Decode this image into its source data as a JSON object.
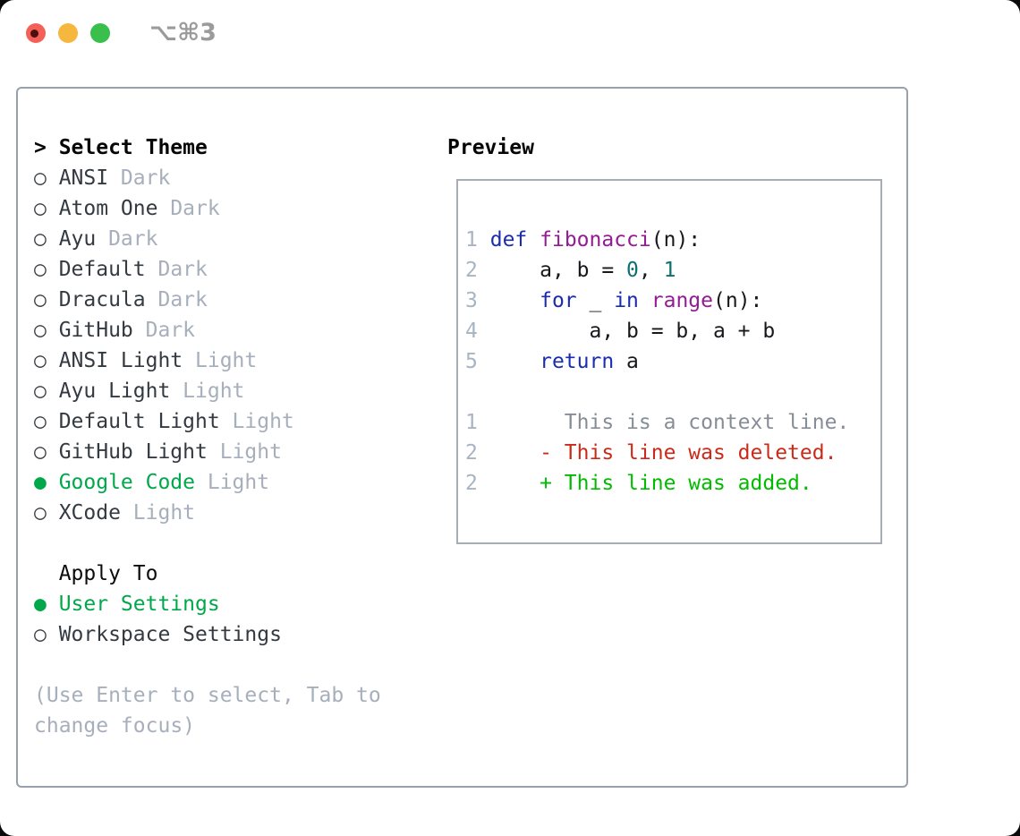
{
  "window": {
    "title": "⌥⌘3"
  },
  "colors": {
    "text_dark": "#343a41",
    "muted": "#a6afbb",
    "sel_green": "#00a84b",
    "diff_add": "#00bb00",
    "diff_del": "#cb2a1a",
    "kw_blue": "#1a2cb0",
    "fn_purple": "#941b94",
    "lit_teal": "#0e7070",
    "ctx_gray": "#878d96",
    "num_gray": "#a9b4c2",
    "border_gray": "#98a0ab",
    "title_gray": "#9b9b9b",
    "tl_red": "#f45f58",
    "tl_yellow": "#f6b73e",
    "tl_green": "#38bf4c",
    "tl_red_dot": "#4c0f0e"
  },
  "theme_panel": {
    "header_marker": ">",
    "header_label": "Select Theme",
    "themes": [
      {
        "marker": "○",
        "name": "ANSI",
        "variant": "Dark",
        "selected": false
      },
      {
        "marker": "○",
        "name": "Atom One",
        "variant": "Dark",
        "selected": false
      },
      {
        "marker": "○",
        "name": "Ayu",
        "variant": "Dark",
        "selected": false
      },
      {
        "marker": "○",
        "name": "Default",
        "variant": "Dark",
        "selected": false
      },
      {
        "marker": "○",
        "name": "Dracula",
        "variant": "Dark",
        "selected": false
      },
      {
        "marker": "○",
        "name": "GitHub",
        "variant": "Dark",
        "selected": false
      },
      {
        "marker": "○",
        "name": "ANSI Light",
        "variant": "Light",
        "selected": false
      },
      {
        "marker": "○",
        "name": "Ayu Light",
        "variant": "Light",
        "selected": false
      },
      {
        "marker": "○",
        "name": "Default Light",
        "variant": "Light",
        "selected": false
      },
      {
        "marker": "○",
        "name": "GitHub Light",
        "variant": "Light",
        "selected": false
      },
      {
        "marker": "●",
        "name": "Google Code",
        "variant": "Light",
        "selected": true
      },
      {
        "marker": "○",
        "name": "XCode",
        "variant": "Light",
        "selected": false
      }
    ],
    "apply_to_label": "Apply To",
    "apply_options": [
      {
        "marker": "●",
        "name": "User Settings",
        "selected": true
      },
      {
        "marker": "○",
        "name": "Workspace Settings",
        "selected": false
      }
    ],
    "help_line1": "(Use Enter to select, Tab to",
    "help_line2": "change focus)"
  },
  "preview": {
    "label": "Preview",
    "lines": [
      {
        "tokens": [
          [
            "num",
            "1"
          ],
          [
            "pln",
            " "
          ],
          [
            "kw",
            "def"
          ],
          [
            "pln",
            " "
          ],
          [
            "fn",
            "fibonacci"
          ],
          [
            "pln",
            "(n):"
          ]
        ]
      },
      {
        "tokens": [
          [
            "num",
            "2"
          ],
          [
            "pln",
            "     a, b = "
          ],
          [
            "lit",
            "0"
          ],
          [
            "pln",
            ", "
          ],
          [
            "lit",
            "1"
          ]
        ]
      },
      {
        "tokens": [
          [
            "num",
            "3"
          ],
          [
            "pln",
            "     "
          ],
          [
            "kw",
            "for"
          ],
          [
            "pln",
            " _ "
          ],
          [
            "kw",
            "in"
          ],
          [
            "pln",
            " "
          ],
          [
            "fn",
            "range"
          ],
          [
            "pln",
            "(n):"
          ]
        ]
      },
      {
        "tokens": [
          [
            "num",
            "4"
          ],
          [
            "pln",
            "         a, b = b, a + b"
          ]
        ]
      },
      {
        "tokens": [
          [
            "num",
            "5"
          ],
          [
            "pln",
            "     "
          ],
          [
            "kw",
            "return"
          ],
          [
            "pln",
            " a"
          ]
        ]
      },
      {
        "tokens": []
      },
      {
        "tokens": [
          [
            "num",
            "1"
          ],
          [
            "ctx",
            "       This is a context line."
          ]
        ]
      },
      {
        "tokens": [
          [
            "num",
            "2"
          ],
          [
            "del",
            "     - This line was deleted."
          ]
        ]
      },
      {
        "tokens": [
          [
            "num",
            "2"
          ],
          [
            "add",
            "     + This line was added."
          ]
        ]
      }
    ]
  }
}
